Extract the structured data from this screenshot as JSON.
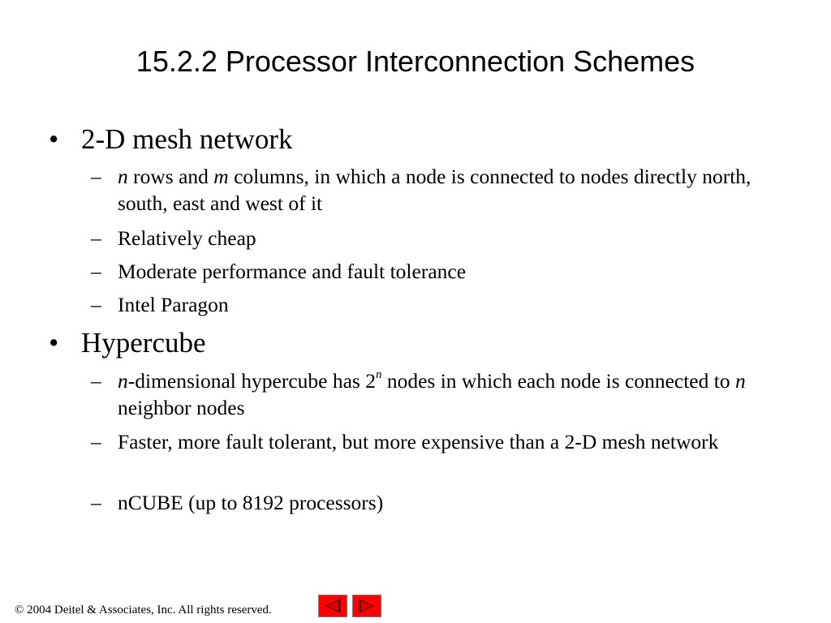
{
  "slide": {
    "title": "15.2.2 Processor Interconnection Schemes",
    "bullet_mark": "•",
    "dash_mark": "–",
    "bullets": [
      {
        "text": "2-D mesh network",
        "subs": [
          {
            "p1": "n",
            "p2": " rows and ",
            "p3": "m",
            "p4": " columns, in which a node is connected to nodes directly north, south, east and west of it"
          },
          {
            "text": "Relatively cheap"
          },
          {
            "text": "Moderate performance and fault tolerance"
          },
          {
            "text": "Intel Paragon"
          }
        ]
      },
      {
        "text": "Hypercube",
        "subs": [
          {
            "p1": "n",
            "p2": "-dimensional hypercube has 2",
            "sup": "n",
            "p3": " nodes in which each node is connected to ",
            "p4": "n",
            "p5": " neighbor nodes"
          },
          {
            "text": "Faster, more fault tolerant, but more expensive than a 2-D mesh network"
          },
          {
            "text": "nCUBE (up to 8192 processors)"
          }
        ]
      }
    ]
  },
  "footer": {
    "copyright_symbol": "©",
    "text": " 2004 Deitel & Associates, Inc.  All rights reserved."
  },
  "nav": {
    "color": "#ff0000"
  }
}
